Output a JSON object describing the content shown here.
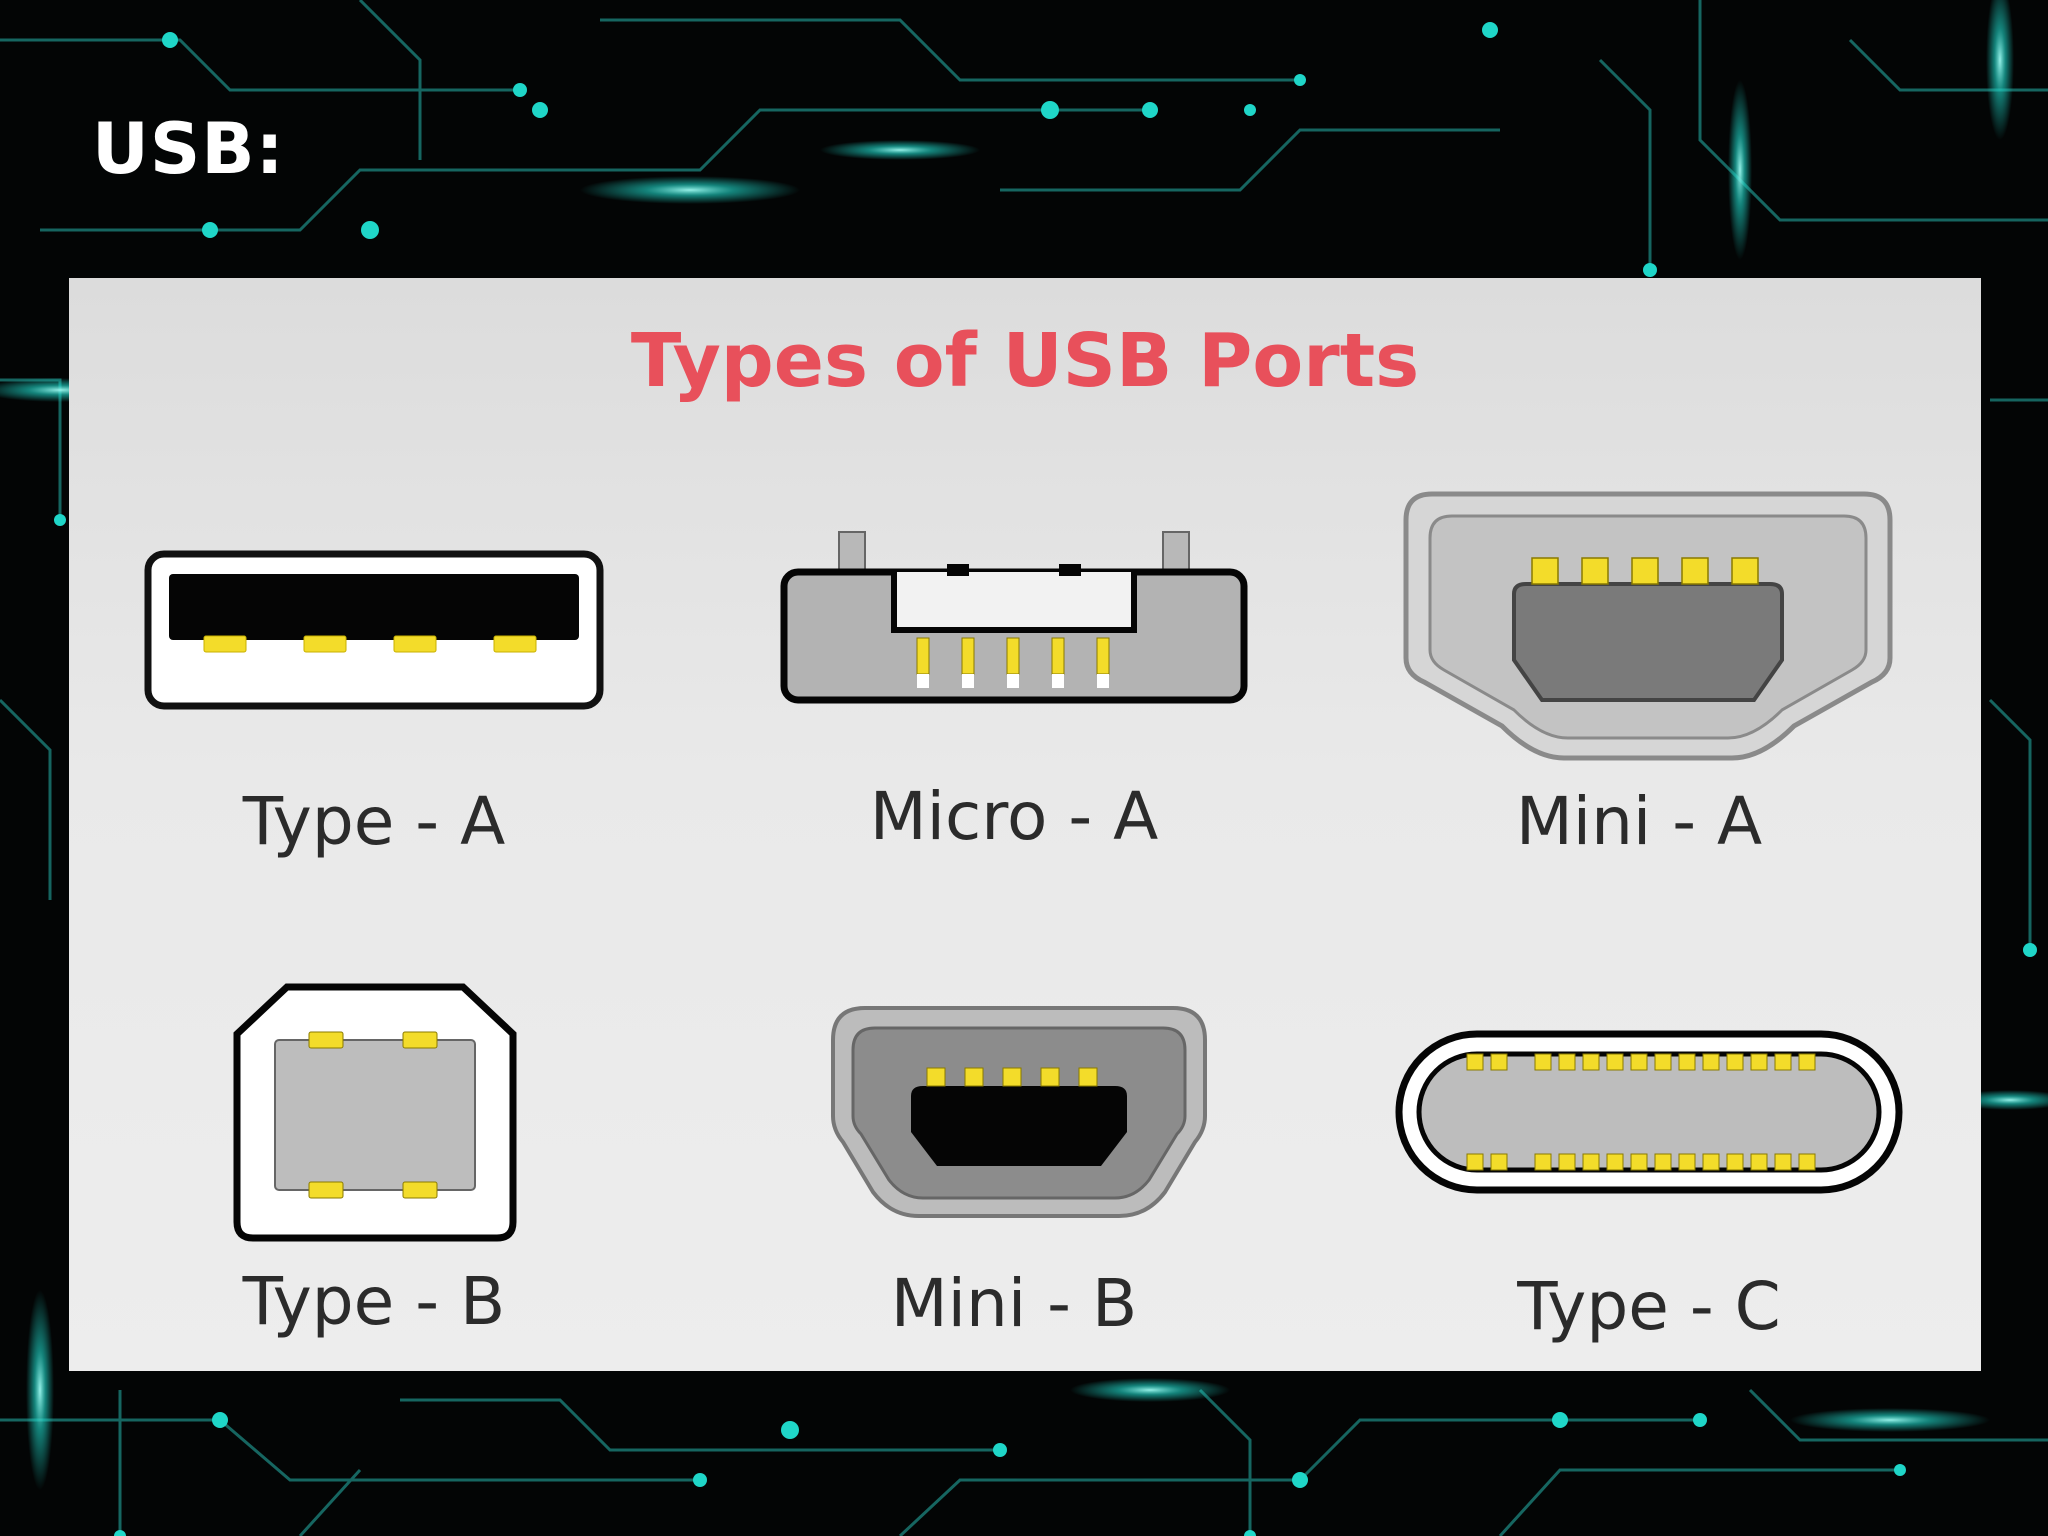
{
  "slide": {
    "title": "USB:"
  },
  "panel": {
    "title": "Types of USB Ports",
    "ports": [
      {
        "label": "Type - A",
        "icon": "usb-type-a-port-icon"
      },
      {
        "label": "Micro - A",
        "icon": "usb-micro-a-port-icon"
      },
      {
        "label": "Mini - A",
        "icon": "usb-mini-a-port-icon"
      },
      {
        "label": "Type - B",
        "icon": "usb-type-b-port-icon"
      },
      {
        "label": "Mini - B",
        "icon": "usb-mini-b-port-icon"
      },
      {
        "label": "Type - C",
        "icon": "usb-type-c-port-icon"
      }
    ]
  },
  "colors": {
    "background": "#030505",
    "circuit": "#1fd6c8",
    "title_accent": "#e8505b",
    "pin": "#f3dc2a",
    "panel": "#e6e6e6"
  }
}
